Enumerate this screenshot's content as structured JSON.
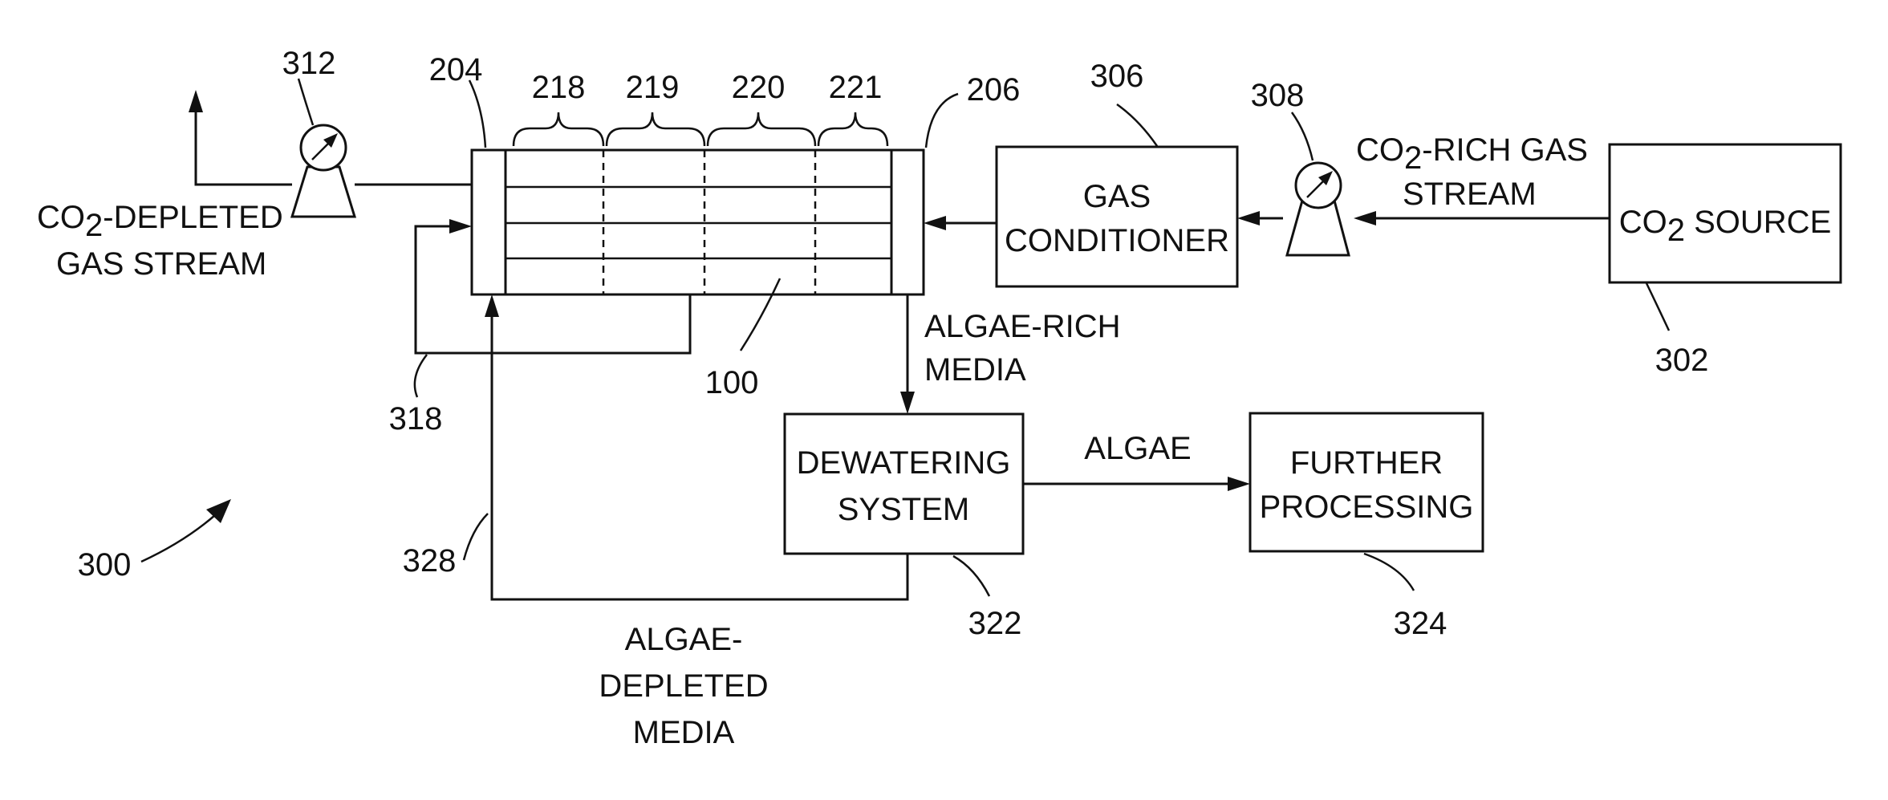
{
  "labels": {
    "ref_312": "312",
    "ref_204": "204",
    "ref_218": "218",
    "ref_219": "219",
    "ref_220": "220",
    "ref_221": "221",
    "ref_206": "206",
    "ref_306": "306",
    "ref_308": "308",
    "ref_302": "302",
    "ref_100": "100",
    "ref_318": "318",
    "ref_300": "300",
    "ref_328": "328",
    "ref_322": "322",
    "ref_324": "324"
  },
  "text": {
    "co2_depleted_prefix": "CO",
    "co2_depleted_sub": "2",
    "co2_depleted_suffix": "-DEPLETED",
    "co2_depleted_line2": "GAS STREAM",
    "co2_rich_prefix": "CO",
    "co2_rich_sub": "2",
    "co2_rich_suffix": "-RICH GAS",
    "co2_rich_line2": "STREAM",
    "gas_conditioner_line1": "GAS",
    "gas_conditioner_line2": "CONDITIONER",
    "co2_source_prefix": "CO",
    "co2_source_sub": "2",
    "co2_source_suffix": " SOURCE",
    "algae_rich_line1": "ALGAE-RICH",
    "algae_rich_line2": "MEDIA",
    "dewatering_line1": "DEWATERING",
    "dewatering_line2": "SYSTEM",
    "algae": "ALGAE",
    "further_line1": "FURTHER",
    "further_line2": "PROCESSING",
    "algae_depleted_line1": "ALGAE-",
    "algae_depleted_line2": "DEPLETED",
    "algae_depleted_line3": "MEDIA"
  }
}
